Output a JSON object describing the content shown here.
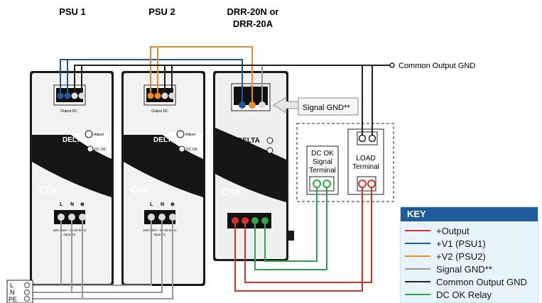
{
  "headers": {
    "psu1": "PSU 1",
    "psu2": "PSU 2",
    "drr_line1": "DRR-20N or",
    "drr_line2": "DRR-20A"
  },
  "labels": {
    "common_gnd": "Common Output GND",
    "signal_gnd": "Signal GND**",
    "dc_ok_terminal": [
      "DC OK",
      "Signal",
      "Terminal"
    ],
    "load_terminal": [
      "LOAD",
      "Terminal"
    ],
    "output_dc": "Output DC",
    "input_ac": "Input AC",
    "input_rating": "100-240V~ 2A 50-60Hz",
    "brand": "DELTA",
    "logo": "Clix",
    "adjust": "Adjust",
    "dc_ok": "DC OK",
    "ac_terminals": [
      "L",
      "N",
      "⊕"
    ],
    "mains": [
      "L",
      "N",
      "PE"
    ]
  },
  "key": {
    "title": "KEY",
    "items": [
      {
        "label": "+Output",
        "color": "#d9302c"
      },
      {
        "label": "+V1 (PSU1)",
        "color": "#1f5b9a"
      },
      {
        "label": "+V2 (PSU2)",
        "color": "#ee8a2b"
      },
      {
        "label": "Signal GND**",
        "color": "#999999"
      },
      {
        "label": "Common Output GND",
        "color": "#222222"
      },
      {
        "label": "DC OK Relay",
        "color": "#2aa84a"
      }
    ]
  },
  "colors": {
    "output": "#d9302c",
    "v1": "#1f5b9a",
    "v2": "#ee8a2b",
    "signal_gnd": "#999999",
    "gnd": "#222222",
    "dcok": "#2aa84a",
    "unit_body": "#1a1a1a",
    "unit_face": "#f2f2f2"
  }
}
